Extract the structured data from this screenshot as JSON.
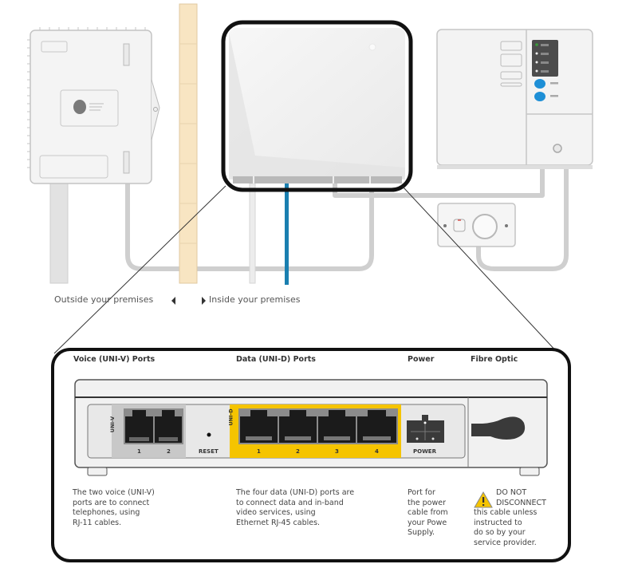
{
  "scene": {
    "outside_label": "Outside your premises",
    "inside_label": "Inside your premises",
    "outside_arrow_icon": "triangle-left-icon",
    "inside_arrow_icon": "triangle-right-icon",
    "colors": {
      "accent_yellow": "#f5c400",
      "cable_blue": "#1a7fb0",
      "wall_beige": "#f8e5c2",
      "device_white": "#f2f2f2",
      "outline_black": "#111111",
      "power_led_green": "#3a9a3a",
      "button_blue": "#1e8fd6",
      "socket_red": "#d9534f"
    }
  },
  "detail": {
    "headers": {
      "voice": "Voice (UNI-V) Ports",
      "data": "Data (UNI-D) Ports",
      "power": "Power",
      "fibre": "Fibre Optic"
    },
    "voice_ports": {
      "label": "UNI-V",
      "numbers": [
        "1",
        "2"
      ]
    },
    "reset_label": "RESET",
    "data_ports": {
      "label": "UNI-D",
      "numbers": [
        "1",
        "2",
        "3",
        "4"
      ]
    },
    "power_label": "POWER",
    "descriptions": {
      "voice": [
        "The two voice (UNI-V)",
        "ports are to connect",
        "telephones, using",
        "RJ-11 cables."
      ],
      "data": [
        "The four data (UNI-D) ports are",
        "to connect data and in-band",
        "video services, using",
        "Ethernet RJ-45 cables."
      ],
      "power": [
        "Port for",
        "the power",
        "cable from",
        "your Powe",
        "Supply."
      ],
      "fibre_warning_title": [
        "DO NOT",
        "DISCONNECT"
      ],
      "fibre_warning_body": [
        "this cable unless",
        "instructed to",
        "do so by your",
        "service provider."
      ],
      "warning_icon": "warning-triangle-icon"
    }
  }
}
